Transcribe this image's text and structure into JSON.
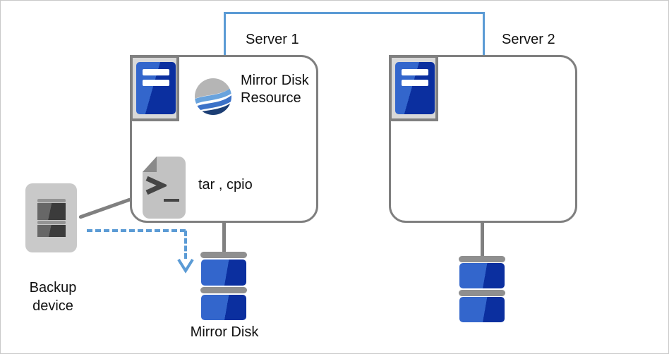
{
  "servers": {
    "server1": {
      "label": "Server 1",
      "resource_label": "Mirror Disk Resource",
      "backup_commands": "tar , cpio"
    },
    "server2": {
      "label": "Server 2"
    }
  },
  "backup_device": {
    "label": "Backup device"
  },
  "mirror_disk": {
    "label": "Mirror Disk"
  },
  "icons": {
    "server_unit": "server-tower-icon",
    "mirror_resource": "globe-wave-icon",
    "script_file": "script-file-icon",
    "backup_device": "tape-drive-icon",
    "mirror_disk": "stacked-disks-icon",
    "flow_arrow": "dashed-arrow-down-icon"
  },
  "colors": {
    "link_blue": "#5b9bd5",
    "outline_gray": "#7f7f7f",
    "disk_light_blue": "#3366cc",
    "disk_dark_blue": "#0b2f9f"
  }
}
